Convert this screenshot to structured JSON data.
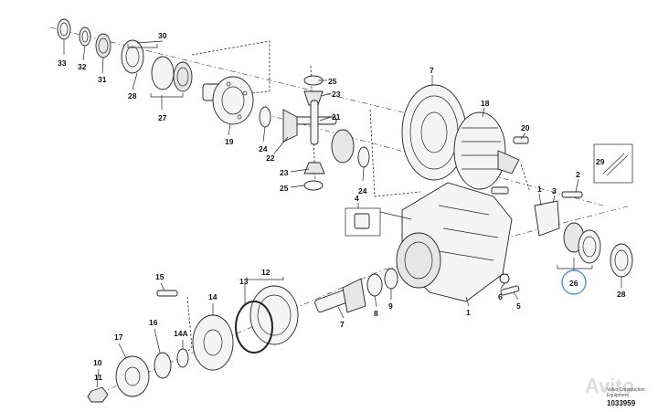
{
  "callouts": {
    "c33": "33",
    "c32": "32",
    "c31": "31",
    "c30": "30",
    "c28a": "28",
    "c27": "27",
    "c19": "19",
    "c24a": "24",
    "c22": "22",
    "c25a": "25",
    "c23a": "23",
    "c21": "21",
    "c23b": "23",
    "c25b": "25",
    "c24b": "24",
    "c7a": "7",
    "c18": "18",
    "c20": "20",
    "c4": "4",
    "c29": "29",
    "c2": "2",
    "c3": "3",
    "c1a": "1",
    "c26": "26",
    "c28b": "28",
    "c1b": "1",
    "c5": "5",
    "c6": "6",
    "c8": "8",
    "c9": "9",
    "c7b": "7",
    "c12": "12",
    "c13": "13",
    "c14": "14",
    "c15": "15",
    "c16": "16",
    "c14a": "14A",
    "c17": "17",
    "c10": "10",
    "c11": "11"
  },
  "footer": {
    "line1": "Volvo Construction",
    "line2": "Equipment",
    "doc_number": "1033959"
  },
  "watermark": "Avito",
  "colors": {
    "ink": "#222222",
    "highlight_circle": "#4a90d9",
    "background": "#ffffff"
  }
}
